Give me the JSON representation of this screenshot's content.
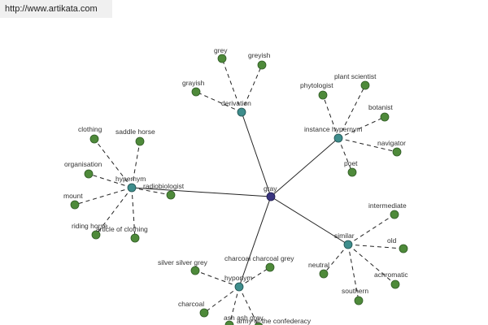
{
  "header": {
    "url": "http://www.artikata.com"
  },
  "graph": {
    "center": {
      "label": "gray",
      "color": "#3a3580"
    },
    "colors": {
      "hub": "#3e8d8c",
      "leaf": "#4e8a3a",
      "edge": "#222222"
    },
    "hubs": [
      {
        "id": "derivation",
        "label": "derivation",
        "leaves": [
          "grey",
          "greyish",
          "grayish"
        ]
      },
      {
        "id": "instance-hypernym",
        "label": "instance hypernym",
        "leaves": [
          "phytologist",
          "plant scientist",
          "botanist",
          "navigator",
          "poet"
        ]
      },
      {
        "id": "hypernym",
        "label": "hypernym",
        "leaves": [
          "clothing",
          "saddle horse",
          "organisation",
          "radiobiologist",
          "mount",
          "riding horse",
          "article of clothing"
        ]
      },
      {
        "id": "similar",
        "label": "similar",
        "leaves": [
          "intermediate",
          "old",
          "achromatic",
          "southern",
          "neutral"
        ]
      },
      {
        "id": "hyponym",
        "label": "hyponym",
        "leaves": [
          "silver silver grey",
          "charcoal charcoal grey",
          "charcoal",
          "ash ash grey",
          "army of the confederacy"
        ]
      }
    ]
  }
}
